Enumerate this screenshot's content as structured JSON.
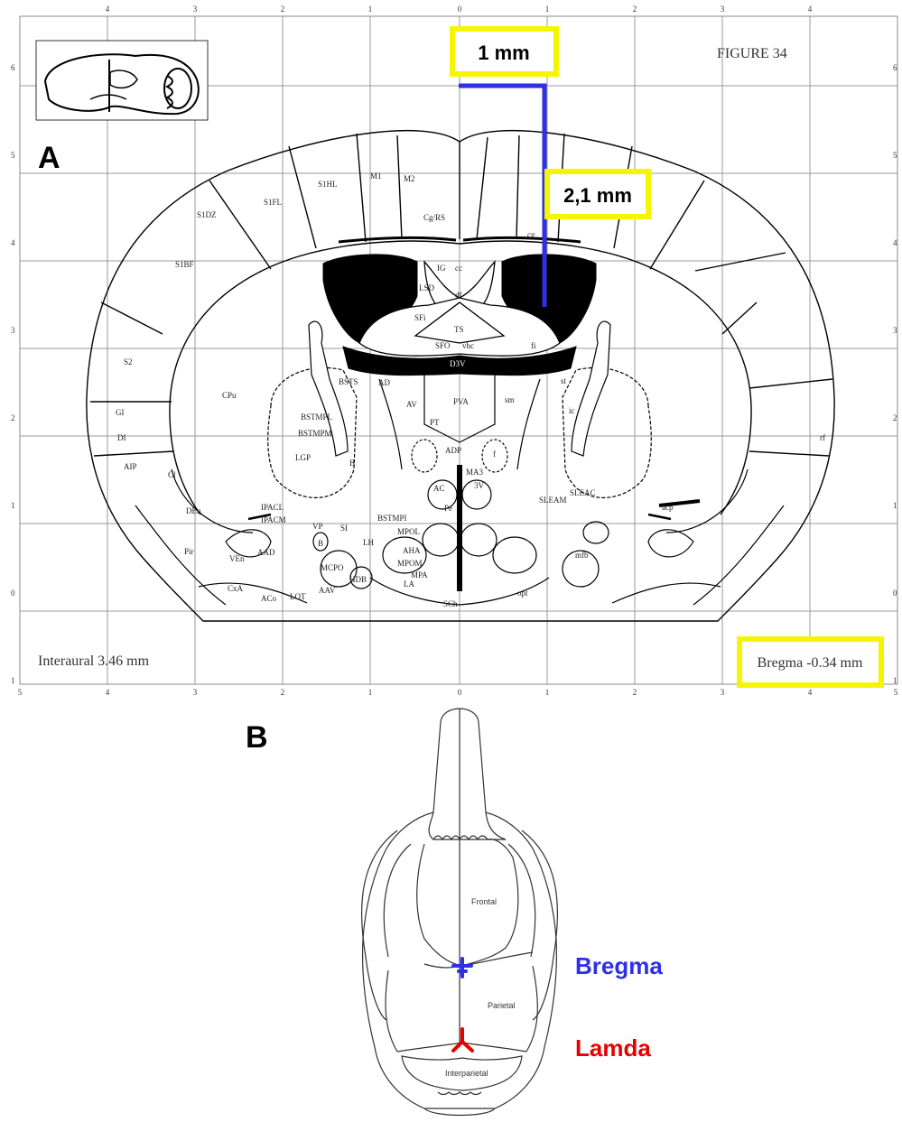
{
  "panel_a": {
    "letter": "A",
    "figure_label": "FIGURE 34",
    "interaural": "Interaural 3.46 mm",
    "bregma_level": "Bregma -0.34 mm",
    "top_ticks": [
      "4",
      "3",
      "2",
      "1",
      "0",
      "1",
      "2",
      "3",
      "4"
    ],
    "bottom_ticks": [
      "5",
      "4",
      "3",
      "2",
      "1",
      "0",
      "1",
      "2",
      "3",
      "4",
      "5"
    ],
    "left_ticks": [
      "6",
      "5",
      "4",
      "3",
      "2",
      "1",
      "0",
      "1"
    ],
    "right_ticks": [
      "6",
      "5",
      "4",
      "3",
      "2",
      "1",
      "0",
      "1"
    ],
    "callout_horizontal": "1 mm",
    "callout_vertical": "2,1 mm",
    "measure_color": "#2f2fe6",
    "highlight_color": "#f5f500",
    "region_labels": [
      {
        "id": "s1hl",
        "text": "S1HL"
      },
      {
        "id": "m1",
        "text": "M1"
      },
      {
        "id": "m2",
        "text": "M2"
      },
      {
        "id": "s1fl",
        "text": "S1FL"
      },
      {
        "id": "s1dz",
        "text": "S1DZ"
      },
      {
        "id": "cgrs",
        "text": "Cg/RS"
      },
      {
        "id": "s1bf",
        "text": "S1BF"
      },
      {
        "id": "cg",
        "text": "cg"
      },
      {
        "id": "ig",
        "text": "IG"
      },
      {
        "id": "cc",
        "text": "cc"
      },
      {
        "id": "lsd",
        "text": "LSD"
      },
      {
        "id": "df",
        "text": "df"
      },
      {
        "id": "sfi",
        "text": "SFi"
      },
      {
        "id": "ts",
        "text": "TS"
      },
      {
        "id": "sfo",
        "text": "SFO"
      },
      {
        "id": "vhc",
        "text": "vhc"
      },
      {
        "id": "fi",
        "text": "fi"
      },
      {
        "id": "d3v",
        "text": "D3V"
      },
      {
        "id": "s2",
        "text": "S2"
      },
      {
        "id": "cpu",
        "text": "CPu"
      },
      {
        "id": "bsts",
        "text": "BSTS"
      },
      {
        "id": "ad",
        "text": "AD"
      },
      {
        "id": "av",
        "text": "AV"
      },
      {
        "id": "pva",
        "text": "PVA"
      },
      {
        "id": "sm",
        "text": "sm"
      },
      {
        "id": "st",
        "text": "st"
      },
      {
        "id": "gi",
        "text": "GI"
      },
      {
        "id": "bstmpl",
        "text": "BSTMPL"
      },
      {
        "id": "bstmpm",
        "text": "BSTMPM"
      },
      {
        "id": "pt",
        "text": "PT"
      },
      {
        "id": "ic",
        "text": "ic"
      },
      {
        "id": "di",
        "text": "DI"
      },
      {
        "id": "rf",
        "text": "rf"
      },
      {
        "id": "lgp",
        "text": "LGP"
      },
      {
        "id": "b1",
        "text": "B"
      },
      {
        "id": "adp",
        "text": "ADP"
      },
      {
        "id": "f",
        "text": "f"
      },
      {
        "id": "aip",
        "text": "AIP"
      },
      {
        "id": "cl",
        "text": "Cl"
      },
      {
        "id": "ac",
        "text": "AC"
      },
      {
        "id": "ma3",
        "text": "MA3"
      },
      {
        "id": "v3",
        "text": "3V"
      },
      {
        "id": "sleam1",
        "text": "SLEAM"
      },
      {
        "id": "sleac",
        "text": "SLEAC"
      },
      {
        "id": "ipacl",
        "text": "IPACL"
      },
      {
        "id": "den",
        "text": "DEn"
      },
      {
        "id": "ipacm",
        "text": "IPACM"
      },
      {
        "id": "vp",
        "text": "VP"
      },
      {
        "id": "si",
        "text": "SI"
      },
      {
        "id": "bstmpi",
        "text": "BSTMPI"
      },
      {
        "id": "pe",
        "text": "Pe"
      },
      {
        "id": "acp",
        "text": "acp"
      },
      {
        "id": "mpol",
        "text": "MPOL"
      },
      {
        "id": "b2",
        "text": "B"
      },
      {
        "id": "lh",
        "text": "LH"
      },
      {
        "id": "aha",
        "text": "AHA"
      },
      {
        "id": "mfb",
        "text": "mfb"
      },
      {
        "id": "pir",
        "text": "Pir"
      },
      {
        "id": "aad",
        "text": "AAD"
      },
      {
        "id": "ven",
        "text": "VEn"
      },
      {
        "id": "mcpo",
        "text": "MCPO"
      },
      {
        "id": "mpom",
        "text": "MPOM"
      },
      {
        "id": "mpa",
        "text": "MPA"
      },
      {
        "id": "hdb",
        "text": "HDB"
      },
      {
        "id": "la",
        "text": "LA"
      },
      {
        "id": "cxa",
        "text": "CxA"
      },
      {
        "id": "aco",
        "text": "ACo"
      },
      {
        "id": "lot",
        "text": "LOT"
      },
      {
        "id": "aav",
        "text": "AAV"
      },
      {
        "id": "opt",
        "text": "opt"
      },
      {
        "id": "sch",
        "text": "SCh"
      }
    ]
  },
  "panel_b": {
    "letter": "B",
    "skull_labels": {
      "frontal": "Frontal",
      "parietal": "Parietal",
      "interparietal": "Interparietal"
    },
    "bregma": {
      "label": "Bregma",
      "color": "#2f2fe6"
    },
    "lamda": {
      "label": "Lamda",
      "color": "#e60000"
    }
  }
}
